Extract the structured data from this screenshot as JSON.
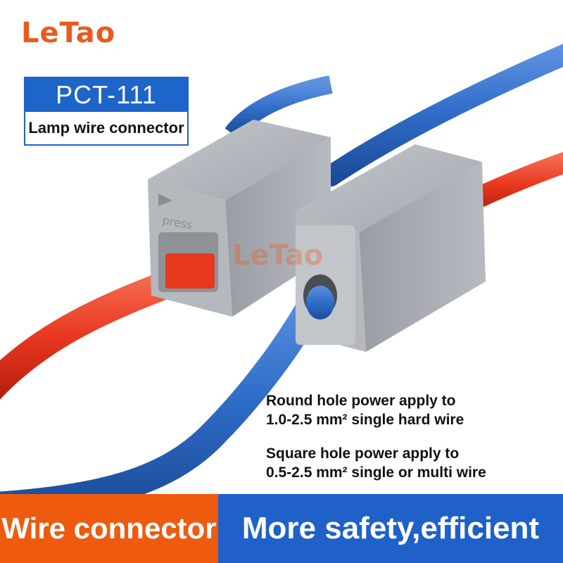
{
  "brand": {
    "name": "LeTao",
    "color": "#ea5a20"
  },
  "product": {
    "model": "PCT-111",
    "description": "Lamp wire connector"
  },
  "connector_print": {
    "press": "press"
  },
  "specs": {
    "line1": "Round hole power apply to",
    "line2": "1.0-2.5 mm² single hard wire",
    "line3": "Square hole power apply to",
    "line4": "0.5-2.5 mm² single or multi wire"
  },
  "banner": {
    "left": "Wire connector",
    "right": "More safety,efficient",
    "left_color": "#ee5a0e",
    "right_color": "#1f61c9"
  },
  "watermark": "LeTao",
  "colors": {
    "wire_red": "#e8381f",
    "wire_blue": "#2f6dc8",
    "connector_gray": "#a3a7ad"
  }
}
